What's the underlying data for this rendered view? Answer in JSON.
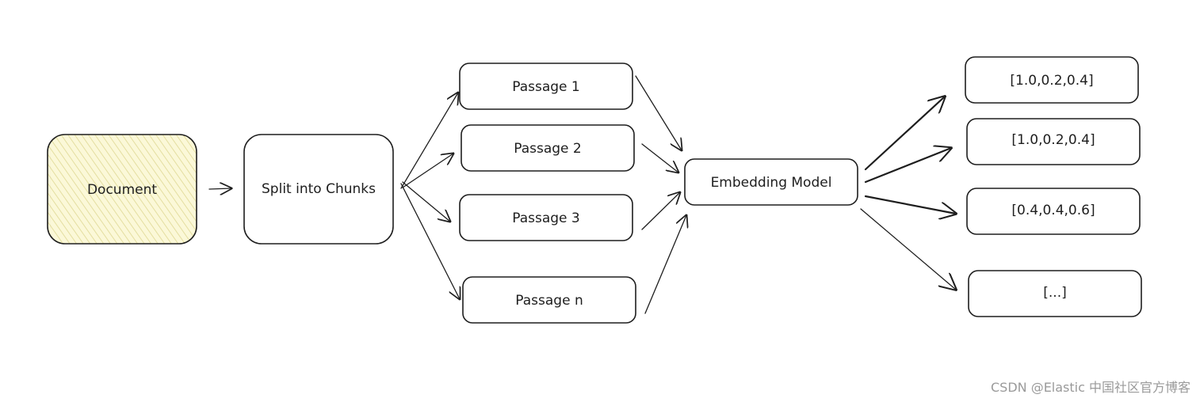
{
  "nodes": {
    "document": "Document",
    "split": "Split into Chunks",
    "passage_1": "Passage 1",
    "passage_2": "Passage 2",
    "passage_3": "Passage 3",
    "passage_n": "Passage n",
    "embedding_model": "Embedding Model",
    "vector_1": "[1.0,0.2,0.4]",
    "vector_2": "[1.0,0.2,0.4]",
    "vector_3": "[0.4,0.4,0.6]",
    "vector_n": "[...]"
  },
  "colors": {
    "document_fill": "#fbf8d8",
    "document_hatch": "#e4dea0",
    "stroke": "#1e1e1e"
  },
  "watermark": "CSDN @Elastic 中国社区官方博客"
}
